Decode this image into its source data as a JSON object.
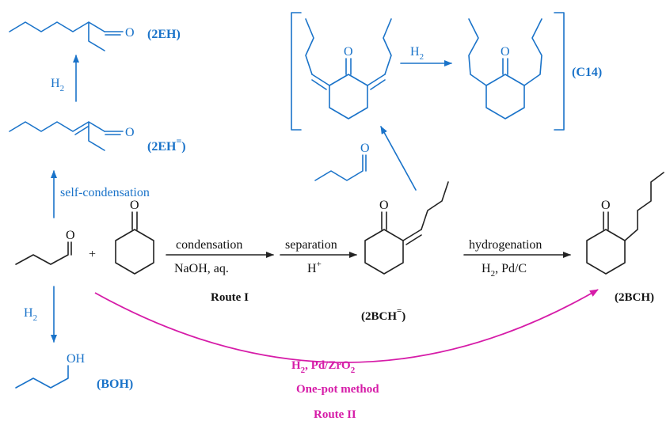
{
  "compounds": {
    "eh": "(2EH)",
    "eh_unsat": "(2EH",
    "eh_unsat_sup": "=",
    "boh": "(BOH)",
    "bch_unsat": "(2BCH",
    "bch_unsat_sup": "=",
    "bch": "(2BCH)",
    "c14": "(C14)"
  },
  "atoms": {
    "oxygen": "O",
    "hydroxyl": "OH"
  },
  "reagents": {
    "h2": "H",
    "h2_sub": "2",
    "condensation": "condensation",
    "naoh": "NaOH, aq.",
    "separation": "separation",
    "h_plus": "H",
    "h_plus_sup": "+",
    "hydrogenation": "hydrogenation",
    "h2_pdc_h": "H",
    "h2_pdc_sub": "2",
    "h2_pdc_rest": ", Pd/C",
    "self_condensation": "self-condensation",
    "plus": "+"
  },
  "routes": {
    "route1": "Route I",
    "route2": "Route II",
    "onepot": "One-pot method",
    "pdzro2_h": "H",
    "pdzro2_sub1": "2",
    "pdzro2_mid": ", Pd/ZrO",
    "pdzro2_sub2": "2"
  },
  "colors": {
    "blue": "#1a73c9",
    "magenta": "#d61ca8",
    "black": "#222222"
  }
}
